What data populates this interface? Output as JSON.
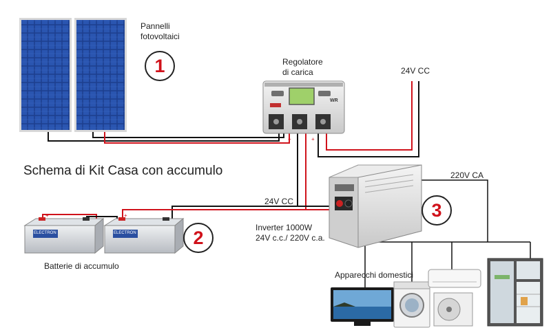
{
  "title": "Schema di Kit Casa con accumulo",
  "labels": {
    "panels_line1": "Pannelli",
    "panels_line2": "fotovoltaici",
    "regulator_line1": "Regolatore",
    "regulator_line2": "di carica",
    "dc_out": "24V CC",
    "dc_bus": "24V CC",
    "ac_out": "220V CA",
    "inverter_line1": "Inverter 1000W",
    "inverter_line2": "24V c.c./ 220V c.a.",
    "batteries": "Batterie di accumulo",
    "appliances": "Apparecchi domestici",
    "battery_brand": "ELECTRON",
    "regulator_brand": "WR"
  },
  "badges": {
    "panels": "1",
    "batteries": "2",
    "inverter": "3"
  },
  "colors": {
    "wire_positive": "#d0121b",
    "wire_negative": "#111111",
    "badge_number": "#d0121b",
    "panel": "#1d3f91",
    "device_body": "#e6e6e6"
  },
  "icons": [
    "solar-panel-icon",
    "charge-regulator-icon",
    "battery-icon",
    "inverter-icon",
    "tv-icon",
    "washing-machine-icon",
    "air-conditioner-icon",
    "refrigerator-icon"
  ]
}
